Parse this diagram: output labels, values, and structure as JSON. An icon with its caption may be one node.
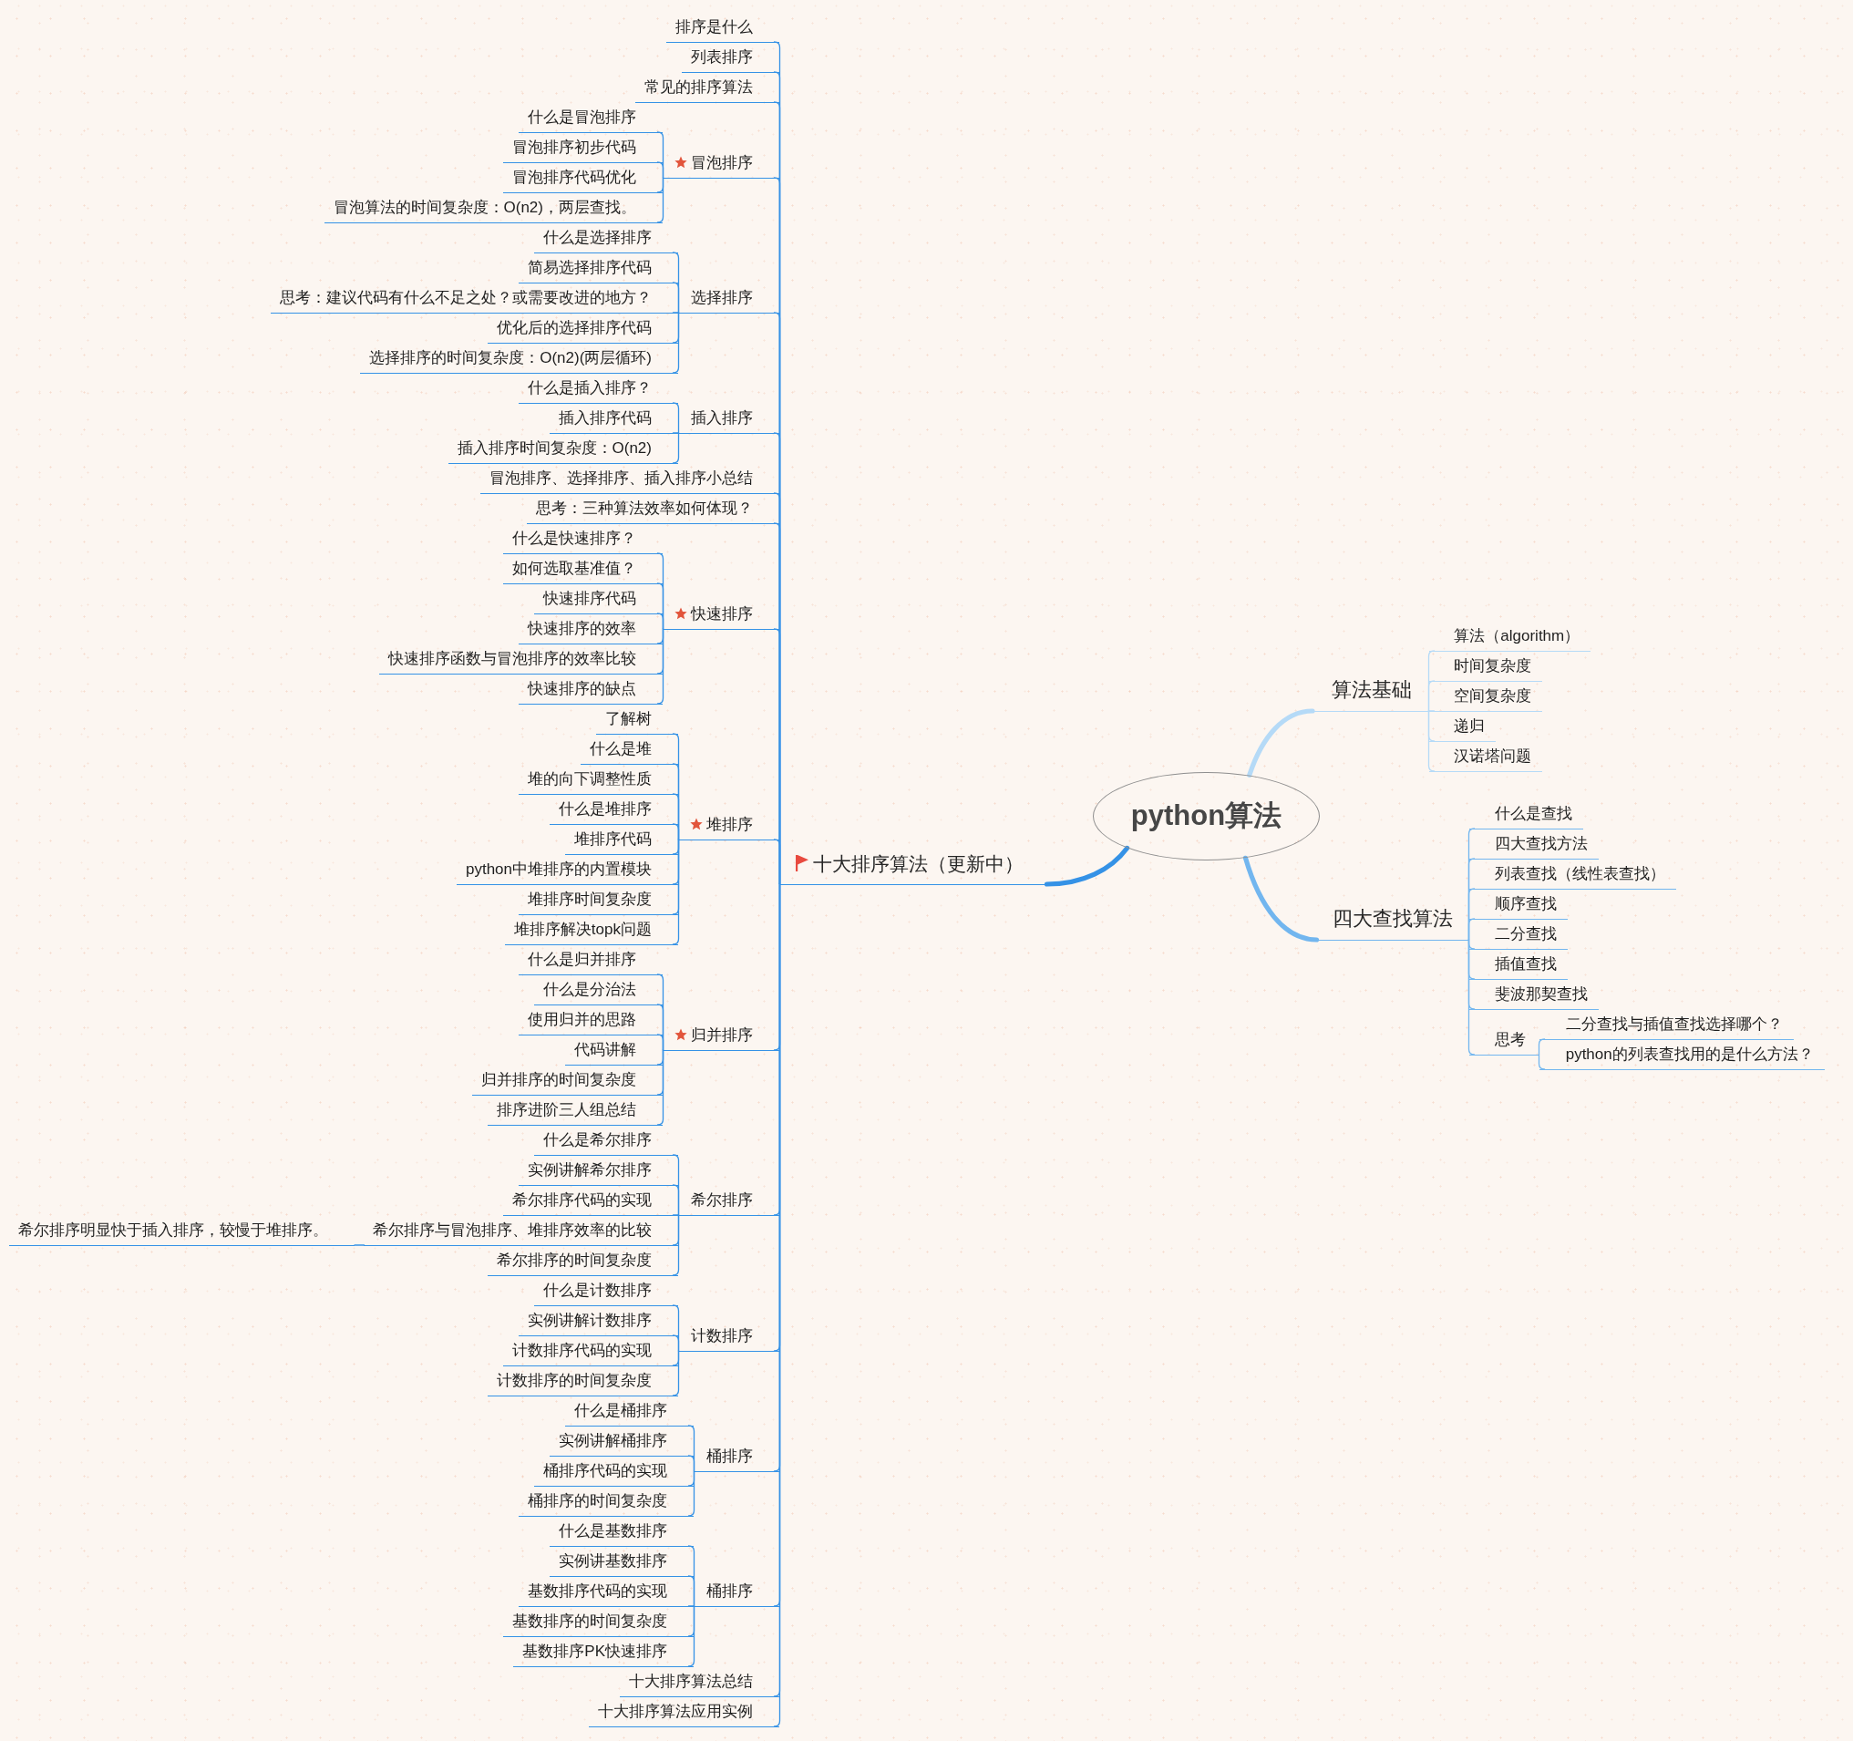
{
  "diagram": {
    "nodes": [
      {
        "text": [
          "python算法"
        ]
      },
      {
        "text": [
          "十大排序算法（更新中）"
        ]
      },
      {
        "text": [
          "排序是什么"
        ]
      },
      {
        "text": [
          "列表排序"
        ]
      },
      {
        "text": [
          "常见的排序算法"
        ]
      },
      {
        "text": [
          "冒泡排序"
        ]
      },
      {
        "text": [
          "什么是冒泡排序"
        ]
      },
      {
        "text": [
          "冒泡排序初步代码"
        ]
      },
      {
        "text": [
          "冒泡排序代码优化"
        ]
      },
      {
        "text": [
          "冒泡算法的时间复杂度：O(n2)，两层查找。"
        ]
      },
      {
        "text": [
          "选择排序"
        ]
      },
      {
        "text": [
          "什么是选择排序"
        ]
      },
      {
        "text": [
          "简易选择排序代码"
        ]
      },
      {
        "text": [
          "思考：建议代码有什么不足之处？或需要改进的地方？"
        ]
      },
      {
        "text": [
          "优化后的选择排序代码"
        ]
      },
      {
        "text": [
          "选择排序的时间复杂度：O(n2)(两层循环)"
        ]
      },
      {
        "text": [
          "插入排序"
        ]
      },
      {
        "text": [
          "什么是插入排序？"
        ]
      },
      {
        "text": [
          "插入排序代码"
        ]
      },
      {
        "text": [
          "插入排序时间复杂度：O(n2)"
        ]
      },
      {
        "text": [
          "冒泡排序、选择排序、插入排序小总结"
        ]
      },
      {
        "text": [
          "思考：三种算法效率如何体现？"
        ]
      },
      {
        "text": [
          "快速排序"
        ]
      },
      {
        "text": [
          "什么是快速排序？"
        ]
      },
      {
        "text": [
          "如何选取基准值？"
        ]
      },
      {
        "text": [
          "快速排序代码"
        ]
      },
      {
        "text": [
          "快速排序的效率"
        ]
      },
      {
        "text": [
          "快速排序函数与冒泡排序的效率比较"
        ]
      },
      {
        "text": [
          "快速排序的缺点"
        ]
      },
      {
        "text": [
          "堆排序"
        ]
      },
      {
        "text": [
          "了解树"
        ]
      },
      {
        "text": [
          "什么是堆"
        ]
      },
      {
        "text": [
          "堆的向下调整性质"
        ]
      },
      {
        "text": [
          "什么是堆排序"
        ]
      },
      {
        "text": [
          "堆排序代码"
        ]
      },
      {
        "text": [
          "python中堆排序的内置模块"
        ]
      },
      {
        "text": [
          "堆排序时间复杂度"
        ]
      },
      {
        "text": [
          "堆排序解决topk问题"
        ]
      },
      {
        "text": [
          "归并排序"
        ]
      },
      {
        "text": [
          "什么是归并排序"
        ]
      },
      {
        "text": [
          "什么是分治法"
        ]
      },
      {
        "text": [
          "使用归并的思路"
        ]
      },
      {
        "text": [
          "代码讲解"
        ]
      },
      {
        "text": [
          "归并排序的时间复杂度"
        ]
      },
      {
        "text": [
          "排序进阶三人组总结"
        ]
      },
      {
        "text": [
          "希尔排序"
        ]
      },
      {
        "text": [
          "什么是希尔排序"
        ]
      },
      {
        "text": [
          "实例讲解希尔排序"
        ]
      },
      {
        "text": [
          "希尔排序代码的实现"
        ]
      },
      {
        "text": [
          "希尔排序与冒泡排序、堆排序效率的比较"
        ]
      },
      {
        "text": [
          "希尔排序明显快于插入排序，较慢于堆排序。"
        ]
      },
      {
        "text": [
          "希尔排序的时间复杂度"
        ]
      },
      {
        "text": [
          "计数排序"
        ]
      },
      {
        "text": [
          "什么是计数排序"
        ]
      },
      {
        "text": [
          "实例讲解计数排序"
        ]
      },
      {
        "text": [
          "计数排序代码的实现"
        ]
      },
      {
        "text": [
          "计数排序的时间复杂度"
        ]
      },
      {
        "text": [
          "桶排序"
        ]
      },
      {
        "text": [
          "什么是桶排序"
        ]
      },
      {
        "text": [
          "实例讲解桶排序"
        ]
      },
      {
        "text": [
          "桶排序代码的实现"
        ]
      },
      {
        "text": [
          "桶排序的时间复杂度"
        ]
      },
      {
        "text": [
          "桶排序"
        ]
      },
      {
        "text": [
          "什么是基数排序"
        ]
      },
      {
        "text": [
          "实例讲基数排序"
        ]
      },
      {
        "text": [
          "基数排序代码的实现"
        ]
      },
      {
        "text": [
          "基数排序的时间复杂度"
        ]
      },
      {
        "text": [
          "基数排序PK快速排序"
        ]
      },
      {
        "text": [
          "十大排序算法总结"
        ]
      },
      {
        "text": [
          "十大排序算法应用实例"
        ]
      },
      {
        "text": [
          "算法基础"
        ]
      },
      {
        "text": [
          "算法（algorithm）"
        ]
      },
      {
        "text": [
          "时间复杂度"
        ]
      },
      {
        "text": [
          "空间复杂度"
        ]
      },
      {
        "text": [
          "递归"
        ]
      },
      {
        "text": [
          "汉诺塔问题"
        ]
      },
      {
        "text": [
          "四大查找算法"
        ]
      },
      {
        "text": [
          "什么是查找"
        ]
      },
      {
        "text": [
          "四大查找方法"
        ]
      },
      {
        "text": [
          "列表查找（线性表查找）"
        ]
      },
      {
        "text": [
          "顺序查找"
        ]
      },
      {
        "text": [
          "二分查找"
        ]
      },
      {
        "text": [
          "插值查找"
        ]
      },
      {
        "text": [
          "斐波那契查找"
        ]
      },
      {
        "text": [
          "思考"
        ]
      },
      {
        "text": [
          "二分查找与插值查找选择哪个？"
        ]
      },
      {
        "text": [
          "python的列表查找用的是什么方法？"
        ]
      }
    ],
    "edges": [
      {
        "from": 0,
        "to": 1,
        "arrow": "none",
        "style": "thick"
      },
      {
        "from": 1,
        "to": 2,
        "arrow": "none"
      },
      {
        "from": 1,
        "to": 3,
        "arrow": "none"
      },
      {
        "from": 1,
        "to": 4,
        "arrow": "none"
      },
      {
        "from": 1,
        "to": 5,
        "arrow": "none"
      },
      {
        "from": 5,
        "to": 6,
        "arrow": "none"
      },
      {
        "from": 5,
        "to": 7,
        "arrow": "none"
      },
      {
        "from": 5,
        "to": 8,
        "arrow": "none"
      },
      {
        "from": 5,
        "to": 9,
        "arrow": "none"
      },
      {
        "from": 1,
        "to": 10,
        "arrow": "none"
      },
      {
        "from": 10,
        "to": 11,
        "arrow": "none"
      },
      {
        "from": 10,
        "to": 12,
        "arrow": "none"
      },
      {
        "from": 10,
        "to": 13,
        "arrow": "none"
      },
      {
        "from": 10,
        "to": 14,
        "arrow": "none"
      },
      {
        "from": 10,
        "to": 15,
        "arrow": "none"
      },
      {
        "from": 1,
        "to": 16,
        "arrow": "none"
      },
      {
        "from": 16,
        "to": 17,
        "arrow": "none"
      },
      {
        "from": 16,
        "to": 18,
        "arrow": "none"
      },
      {
        "from": 16,
        "to": 19,
        "arrow": "none"
      },
      {
        "from": 1,
        "to": 20,
        "arrow": "none"
      },
      {
        "from": 1,
        "to": 21,
        "arrow": "none"
      },
      {
        "from": 1,
        "to": 22,
        "arrow": "none"
      },
      {
        "from": 22,
        "to": 23,
        "arrow": "none"
      },
      {
        "from": 22,
        "to": 24,
        "arrow": "none"
      },
      {
        "from": 22,
        "to": 25,
        "arrow": "none"
      },
      {
        "from": 22,
        "to": 26,
        "arrow": "none"
      },
      {
        "from": 22,
        "to": 27,
        "arrow": "none"
      },
      {
        "from": 22,
        "to": 28,
        "arrow": "none"
      },
      {
        "from": 1,
        "to": 29,
        "arrow": "none"
      },
      {
        "from": 29,
        "to": 30,
        "arrow": "none"
      },
      {
        "from": 29,
        "to": 31,
        "arrow": "none"
      },
      {
        "from": 29,
        "to": 32,
        "arrow": "none"
      },
      {
        "from": 29,
        "to": 33,
        "arrow": "none"
      },
      {
        "from": 29,
        "to": 34,
        "arrow": "none"
      },
      {
        "from": 29,
        "to": 35,
        "arrow": "none"
      },
      {
        "from": 29,
        "to": 36,
        "arrow": "none"
      },
      {
        "from": 29,
        "to": 37,
        "arrow": "none"
      },
      {
        "from": 1,
        "to": 38,
        "arrow": "none"
      },
      {
        "from": 38,
        "to": 39,
        "arrow": "none"
      },
      {
        "from": 38,
        "to": 40,
        "arrow": "none"
      },
      {
        "from": 38,
        "to": 41,
        "arrow": "none"
      },
      {
        "from": 38,
        "to": 42,
        "arrow": "none"
      },
      {
        "from": 38,
        "to": 43,
        "arrow": "none"
      },
      {
        "from": 38,
        "to": 44,
        "arrow": "none"
      },
      {
        "from": 1,
        "to": 45,
        "arrow": "none"
      },
      {
        "from": 45,
        "to": 46,
        "arrow": "none"
      },
      {
        "from": 45,
        "to": 47,
        "arrow": "none"
      },
      {
        "from": 45,
        "to": 48,
        "arrow": "none"
      },
      {
        "from": 45,
        "to": 49,
        "arrow": "none"
      },
      {
        "from": 49,
        "to": 50,
        "arrow": "none"
      },
      {
        "from": 45,
        "to": 51,
        "arrow": "none"
      },
      {
        "from": 1,
        "to": 52,
        "arrow": "none"
      },
      {
        "from": 52,
        "to": 53,
        "arrow": "none"
      },
      {
        "from": 52,
        "to": 54,
        "arrow": "none"
      },
      {
        "from": 52,
        "to": 55,
        "arrow": "none"
      },
      {
        "from": 52,
        "to": 56,
        "arrow": "none"
      },
      {
        "from": 1,
        "to": 57,
        "arrow": "none"
      },
      {
        "from": 57,
        "to": 58,
        "arrow": "none"
      },
      {
        "from": 57,
        "to": 59,
        "arrow": "none"
      },
      {
        "from": 57,
        "to": 60,
        "arrow": "none"
      },
      {
        "from": 57,
        "to": 61,
        "arrow": "none"
      },
      {
        "from": 1,
        "to": 62,
        "arrow": "none"
      },
      {
        "from": 62,
        "to": 63,
        "arrow": "none"
      },
      {
        "from": 62,
        "to": 64,
        "arrow": "none"
      },
      {
        "from": 62,
        "to": 65,
        "arrow": "none"
      },
      {
        "from": 62,
        "to": 66,
        "arrow": "none"
      },
      {
        "from": 62,
        "to": 67,
        "arrow": "none"
      },
      {
        "from": 1,
        "to": 68,
        "arrow": "none"
      },
      {
        "from": 1,
        "to": 69,
        "arrow": "none"
      },
      {
        "from": 0,
        "to": 70,
        "arrow": "none",
        "style": "thick",
        "color": "#b5daf7"
      },
      {
        "from": 70,
        "to": 71,
        "arrow": "none",
        "color": "#b5daf7"
      },
      {
        "from": 70,
        "to": 72,
        "arrow": "none",
        "color": "#b5daf7"
      },
      {
        "from": 70,
        "to": 73,
        "arrow": "none",
        "color": "#b5daf7"
      },
      {
        "from": 70,
        "to": 74,
        "arrow": "none",
        "color": "#b5daf7"
      },
      {
        "from": 70,
        "to": 75,
        "arrow": "none",
        "color": "#b5daf7"
      },
      {
        "from": 0,
        "to": 76,
        "arrow": "none",
        "style": "thick",
        "color": "#72b6ef"
      },
      {
        "from": 76,
        "to": 77,
        "arrow": "none",
        "color": "#72b6ef"
      },
      {
        "from": 76,
        "to": 78,
        "arrow": "none",
        "color": "#72b6ef"
      },
      {
        "from": 76,
        "to": 79,
        "arrow": "none",
        "color": "#72b6ef"
      },
      {
        "from": 76,
        "to": 80,
        "arrow": "none",
        "color": "#72b6ef"
      },
      {
        "from": 76,
        "to": 81,
        "arrow": "none",
        "color": "#72b6ef"
      },
      {
        "from": 76,
        "to": 82,
        "arrow": "none",
        "color": "#72b6ef"
      },
      {
        "from": 76,
        "to": 83,
        "arrow": "none",
        "color": "#72b6ef"
      },
      {
        "from": 76,
        "to": 84,
        "arrow": "none",
        "color": "#72b6ef"
      },
      {
        "from": 84,
        "to": 85,
        "arrow": "none",
        "color": "#72b6ef"
      },
      {
        "from": 84,
        "to": 86,
        "arrow": "none",
        "color": "#72b6ef"
      }
    ]
  }
}
